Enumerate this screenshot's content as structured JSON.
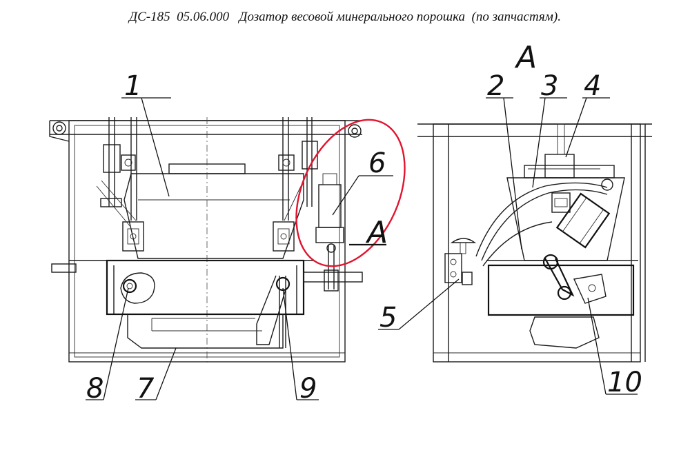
{
  "title": "ДС-185  05.06.000   Дозатор весовой минерального порошка  (по запчастям).",
  "view_label": "А",
  "section_mark": "А",
  "highlight_color": "#e0152f",
  "callouts": {
    "c1": "1",
    "c2": "2",
    "c3": "3",
    "c4": "4",
    "c5": "5",
    "c6": "6",
    "c7": "7",
    "c8": "8",
    "c9": "9",
    "c10": "10"
  }
}
